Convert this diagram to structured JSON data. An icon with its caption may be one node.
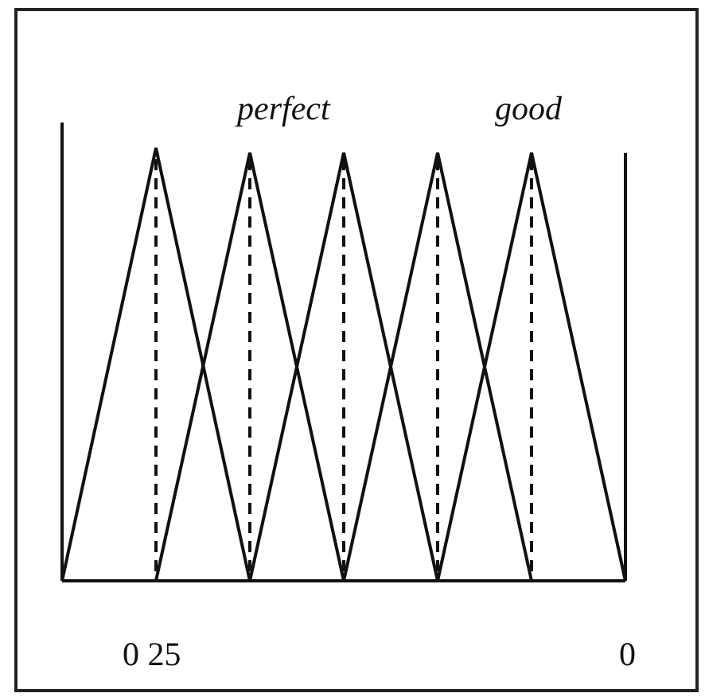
{
  "diagram": {
    "labels": [
      "perfect",
      "good",
      "0 25",
      "0"
    ]
  }
}
